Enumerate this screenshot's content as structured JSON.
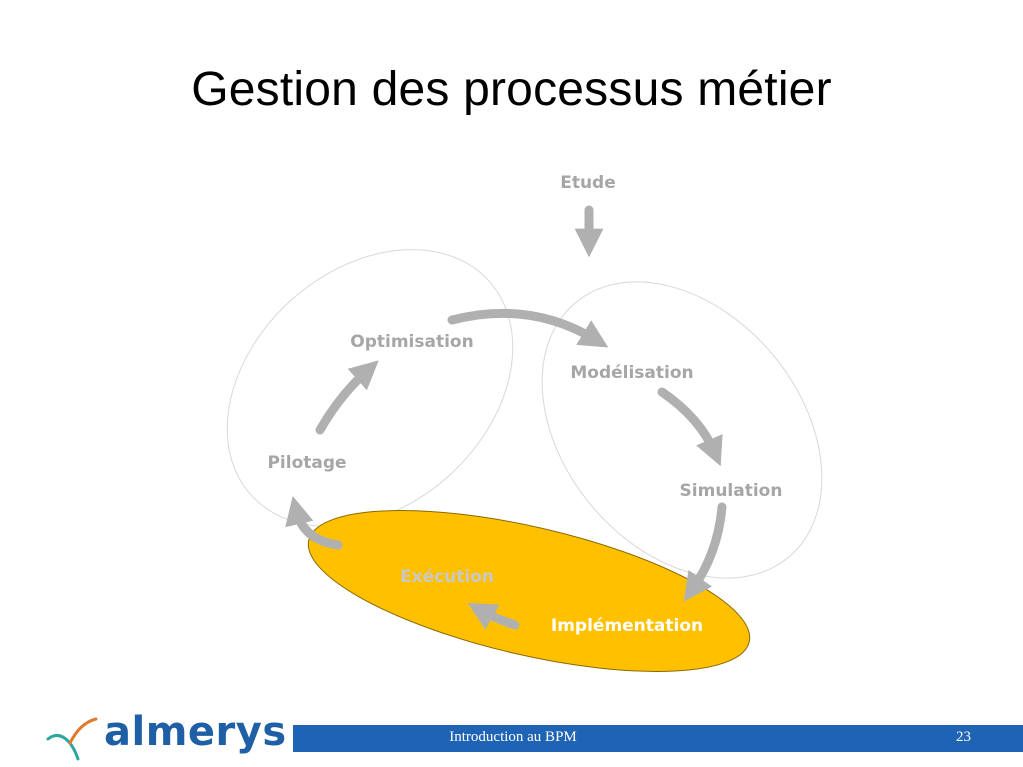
{
  "slide": {
    "title": "Gestion des processus métier"
  },
  "diagram": {
    "stages": {
      "etude": "Etude",
      "modelisation": "Modélisation",
      "simulation": "Simulation",
      "implementation": "Implémentation",
      "execution": "Exécution",
      "pilotage": "Pilotage",
      "optimisation": "Optimisation"
    },
    "colors": {
      "arrow": "#b0b0b0",
      "highlight": "#ffc000",
      "highlight_border": "#8a6a00",
      "group_border": "#d8d8d8"
    }
  },
  "footer": {
    "brand": "almerys",
    "text": "Introduction au BPM",
    "page_number": "23",
    "bar_color": "#1f64b4"
  }
}
